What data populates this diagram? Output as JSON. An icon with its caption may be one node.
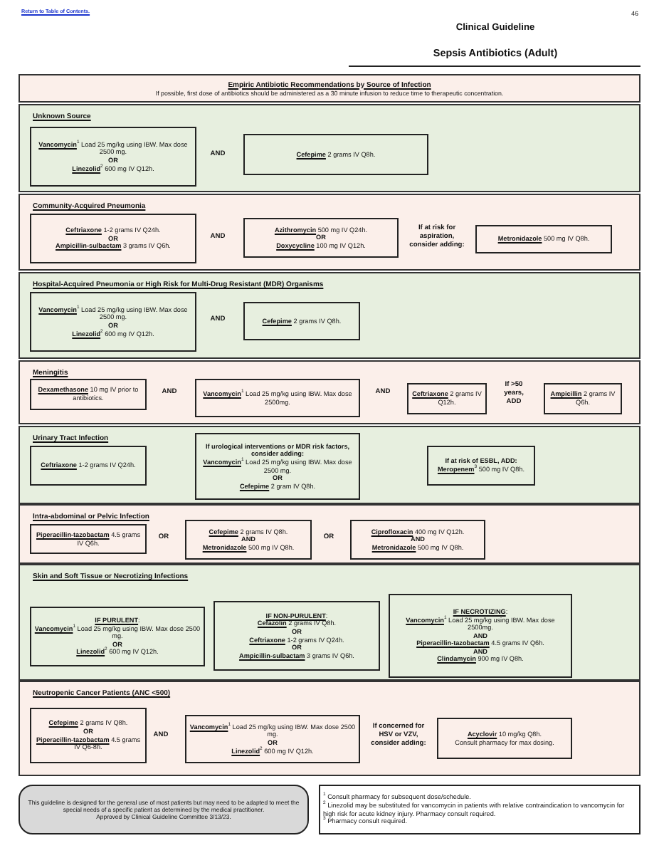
{
  "diagram": {
    "title": "Sepsis Antibiotics (Adult)",
    "nodes": [
      {
        "text": [
          "Empiric Antibiotic Recommendations by Source of Infection",
          "If possible, first dose of antibiotics should be administered as a 30 minute infusion to reduce time to therapeutic concentration."
        ]
      },
      {
        "text": [
          "Unknown Source"
        ]
      },
      {
        "text": [
          "**Vancomycin**$^{1}$ Load 25 mg/kg using IBW. Max dose 2500 mg.",
          "OR",
          "**Linezolid**$^{2}$ 600 mg IV Q12h."
        ],
        "in": 1
      },
      {
        "text": [
          "**Cefepime** 2 grams IV Q8h."
        ],
        "in": 1
      },
      {
        "text": [
          "Community-Acquired Pneumonia"
        ]
      },
      {
        "text": [
          "**Ceftriaxone** 1-2 grams IV Q24h.",
          "OR",
          "**Ampicillin-sulbactam** 3 grams IV Q6h."
        ],
        "in": 4
      },
      {
        "text": [
          "**Azithromycin** 500 mg IV Q24h.",
          "OR",
          "**Doxycycline** 100 mg IV Q12h."
        ],
        "in": 4
      },
      {
        "text": [
          "**Metronidazole** 500 mg IV Q8h."
        ],
        "in": 4
      },
      {
        "text": [
          "Hospital-Acquired Pneumonia or High Risk for Multi-Drug Resistant (MDR) Organisms"
        ]
      },
      {
        "text": [
          "**Vancomycin**$^{1}$ Load 25 mg/kg using IBW. Max dose 2500 mg.",
          "OR",
          "**Linezolid**$^{2}$ 600 mg IV Q12h."
        ],
        "in": 8
      },
      {
        "text": [
          "**Cefepime** 2 grams IV Q8h."
        ],
        "in": 8
      },
      {
        "text": [
          "Meningitis"
        ]
      },
      {
        "text": [
          "**Dexamethasone** 10 mg IV prior to antibiotics."
        ],
        "in": 11
      },
      {
        "text": [
          "**Vancomycin**$^{1}$ Load 25 mg/kg using IBW. Max dose 2500mg."
        ],
        "in": 11
      },
      {
        "text": [
          "**Ceftriaxone** 2 grams IV Q12h."
        ],
        "in": 11
      },
      {
        "text": [
          "**Ampicillin** 2 grams IV Q6h."
        ],
        "in": 11
      },
      {
        "text": [
          "Urinary Tract Infection"
        ]
      },
      {
        "text": [
          "**Ceftriaxone** 1-2 grams IV Q24h."
        ],
        "in": 16
      },
      {
        "text": [
          "If urological interventions or MDR risk factors, consider adding:",
          "**Vancomycin**$^{1}$ Load 25 mg/kg using IBW. Max dose 2500 mg.",
          "OR",
          "**Cefepime** 2 gram IV Q8h."
        ],
        "in": 16
      },
      {
        "text": [
          "If at risk of ESBL, ADD:",
          "**Meropenem**$^{3}$ 500 mg IV Q8h."
        ],
        "in": 16
      },
      {
        "text": [
          "Intra-abdominal or Pelvic Infection"
        ]
      },
      {
        "text": [
          "**Piperacillin-tazobactam** 4.5 grams IV Q6h."
        ],
        "in": 20
      },
      {
        "text": [
          "**Cefepime** 2 grams IV Q8h.",
          "AND",
          "**Metronidazole** 500 mg IV Q8h."
        ],
        "in": 20
      },
      {
        "text": [
          "**Ciprofloxacin** 400 mg IV Q12h.",
          "AND",
          "**Metronidazole** 500 mg IV Q8h."
        ],
        "in": 20
      },
      {
        "text": [
          "Skin and Soft Tissue or Necrotizing Infections"
        ]
      },
      {
        "text": [
          "**IF PURULENT**:",
          "**Vancomycin**$^{1}$ Load 25 mg/kg using IBW. Max dose 2500 mg.",
          "OR",
          "**Linezolid**$^{2}$ 600 mg IV Q12h."
        ],
        "in": 24
      },
      {
        "text": [
          "**IF NON-PURULENT**:",
          "**Cefazolin** 2 grams IV Q8h.",
          "OR",
          "**Ceftriaxone** 1-2 grams IV Q24h.",
          "OR",
          "**Ampicillin-sulbactam** 3 grams IV Q6h."
        ],
        "in": 24
      },
      {
        "text": [
          "**IF NECROTIZING**:",
          "**Vancomycin**$^{1}$ Load 25 mg/kg using IBW. Max dose 2500mg.",
          "AND",
          "**Piperacillin-tazobactam** 4.5 grams IV Q6h.",
          "AND",
          "**Clindamycin** 900 mg IV Q8h."
        ],
        "in": 24
      },
      {
        "text": [
          "Neutropenic Cancer Patients (ANC <500)"
        ]
      },
      {
        "text": [
          "**Cefepime** 2 grams IV Q8h.",
          "OR",
          "**Piperacillin-tazobactam** 4.5 grams IV Q6-8h."
        ],
        "in": 28
      },
      {
        "text": [
          "**Vancomycin**$^{1}$ Load 25 mg/kg using IBW. Max dose 2500 mg.",
          "OR",
          "**Linezolid**$^{2}$ 600 mg IV Q12h."
        ],
        "in": 28
      },
      {
        "text": [
          "**Acyclovir** 10 mg/kg Q8h.",
          "Consult pharmacy for max dosing."
        ],
        "in": 28
      },
      {
        "text": [
          "This guideline is designed for the general use of most patients but may need to be adapted to meet the special needs of a specific patient as determined by the medical practitioner.",
          "Approved by Clinical Guideline Committee 3/13/23."
        ]
      },
      {
        "text": [
          "$^{1}$ Consult pharmacy for subsequent dose/schedule.",
          "$^{2}$ Linezolid may be substituted for vancomycin in patients with relative contraindication to vancomycin for high risk for acute kidney injury. Pharmacy consult required.",
          "$^{3}$ Pharmacy consult required."
        ]
      }
    ],
    "edges": [],
    "labels": [
      "Return to Table of Contents.",
      "46",
      "Clinical Guideline",
      "AND",
      "AND",
      "If at risk for aspiration, consider adding:",
      "AND",
      "AND",
      "AND",
      "If >50 years, ADD",
      "OR",
      "OR",
      "AND",
      "If concerned for HSV or VZV, consider adding:"
    ]
  }
}
